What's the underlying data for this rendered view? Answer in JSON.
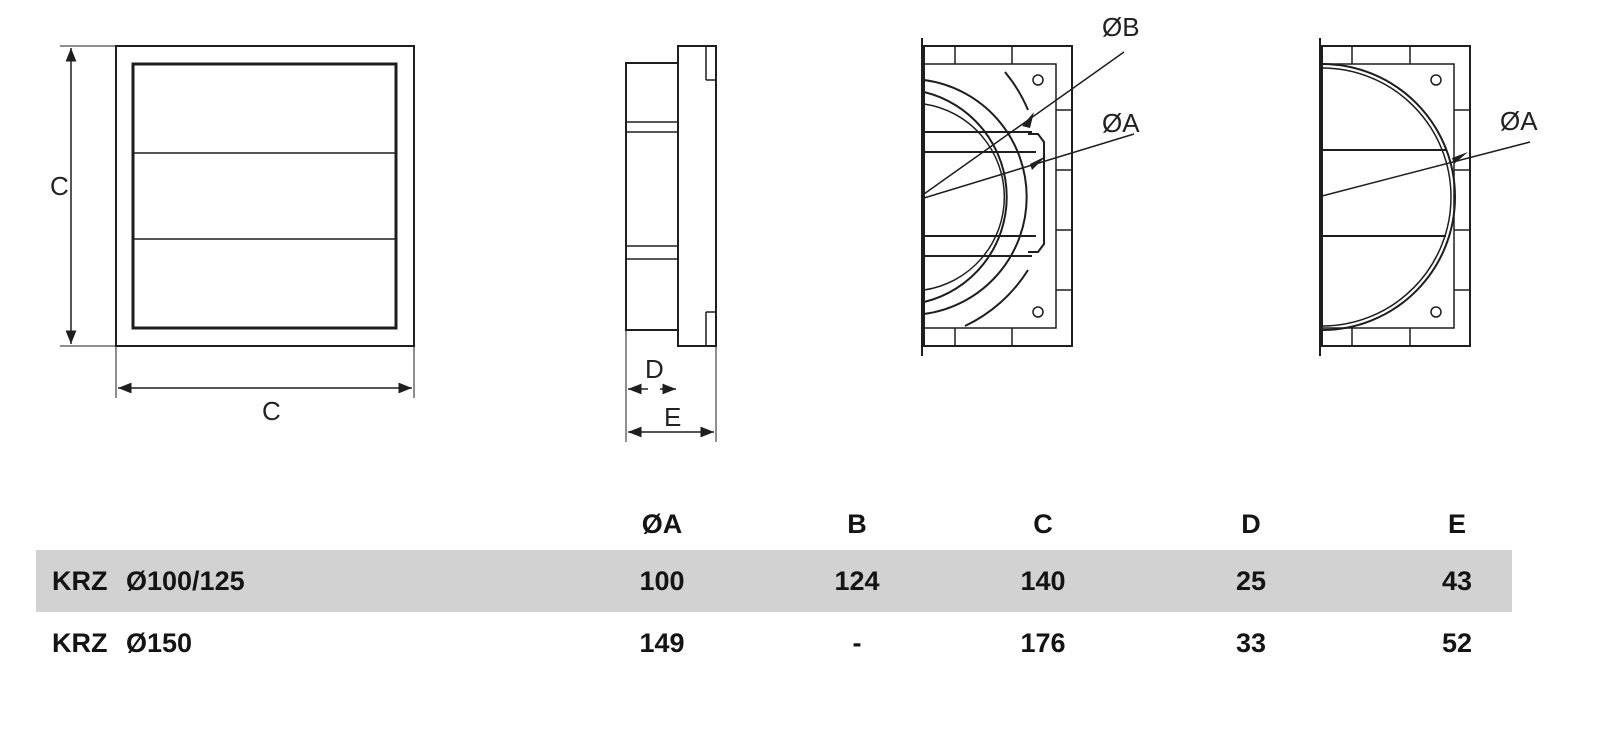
{
  "drawing": {
    "front": {
      "label_height": "C",
      "label_width": "C"
    },
    "side": {
      "label_depth": "D",
      "label_total": "E"
    },
    "back_small": {
      "label_outer": "ØB",
      "label_inner": "ØA"
    },
    "back_large": {
      "label_inner": "ØA"
    }
  },
  "table": {
    "headers": [
      "",
      "ØA",
      "B",
      "C",
      "D",
      "E"
    ],
    "rows": [
      {
        "prefix": "KRZ",
        "model": "Ø100/125",
        "cells": [
          "100",
          "124",
          "140",
          "25",
          "43"
        ]
      },
      {
        "prefix": "KRZ",
        "model": "Ø150",
        "cells": [
          "149",
          "-",
          "176",
          "33",
          "52"
        ]
      }
    ]
  },
  "colors": {
    "line": "#1e1e1e",
    "row_shade": "#d2d2d2",
    "text": "#141414"
  }
}
